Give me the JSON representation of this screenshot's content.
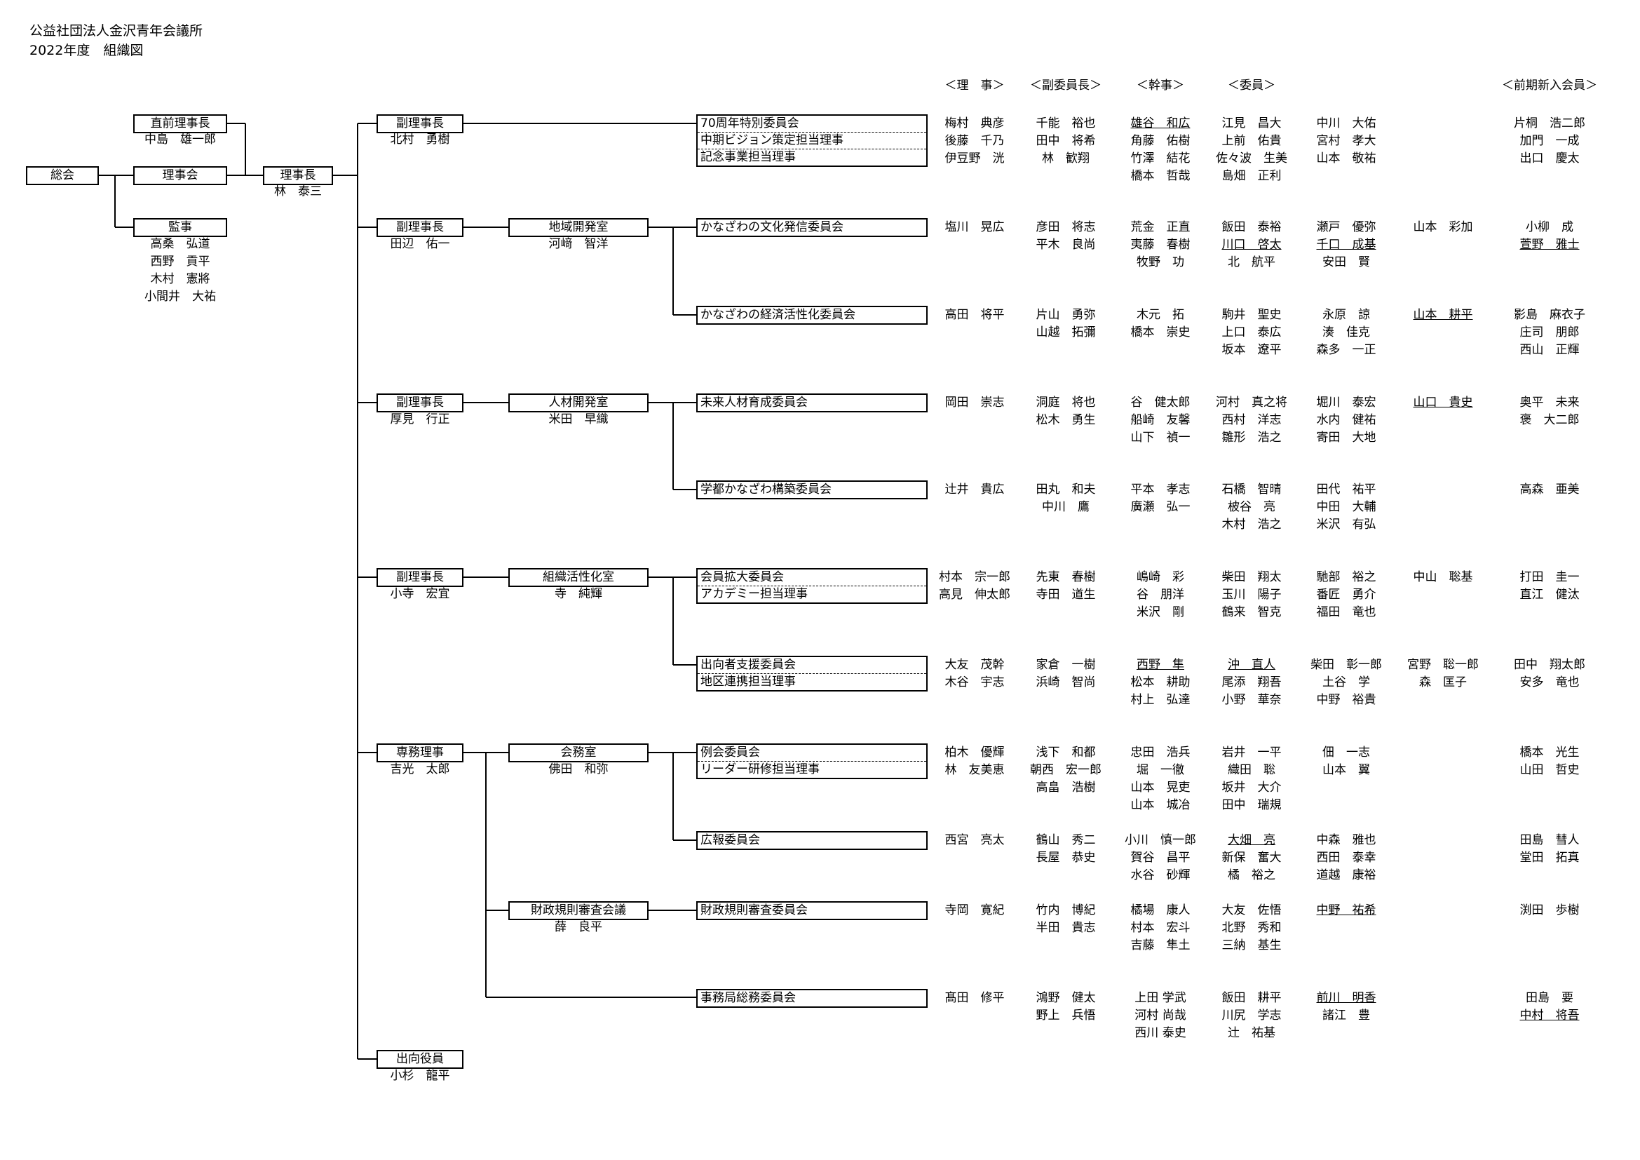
{
  "header": {
    "org_name": "公益社団法人金沢青年会議所",
    "title": "2022年度　組織図"
  },
  "top": {
    "soukai": "総会",
    "rijikai": "理事会",
    "zenrijicho": {
      "title": "直前理事長",
      "name": "中島　雄一郎"
    },
    "kanji": {
      "title": "監事",
      "names": [
        "高桑　弘道",
        "西野　貢平",
        "木村　憲將",
        "小間井　大祐"
      ]
    },
    "rijicho": {
      "title": "理事長",
      "name": "林　泰三"
    }
  },
  "branches": [
    {
      "title": "副理事長",
      "name": "北村　勇樹"
    },
    {
      "title": "副理事長",
      "name": "田辺　佑一",
      "room": {
        "title": "地域開発室",
        "name": "河﨑　智洋"
      }
    },
    {
      "title": "副理事長",
      "name": "厚見　行正",
      "room": {
        "title": "人材開発室",
        "name": "米田　早織"
      }
    },
    {
      "title": "副理事長",
      "name": "小寺　宏宜",
      "room": {
        "title": "組織活性化室",
        "name": "寺　純輝"
      }
    },
    {
      "title": "専務理事",
      "name": "吉光　太郎",
      "room": {
        "title": "会務室",
        "name": "佛田　和弥"
      },
      "room2": {
        "title": "財政規則審査会議",
        "name": "薛　良平"
      }
    },
    {
      "title": "出向役員",
      "name": "小杉　龍平"
    }
  ],
  "columns": [
    "＜理　事＞",
    "＜副委員長＞",
    "＜幹事＞",
    "＜委員＞",
    "＜前期新入会員＞"
  ],
  "committees": [
    {
      "rows": [
        "70周年特別委員会",
        "中期ビジョン策定担当理事",
        "記念事業担当理事"
      ],
      "riji": [
        "梅村　典彦",
        "後藤　千乃",
        "伊豆野　洸"
      ],
      "fuku": [
        "千能　裕也",
        "田中　将希",
        "林　歓翔"
      ],
      "kanji": [
        [
          "雄谷　和広",
          true
        ],
        [
          "角藤　佑樹",
          false
        ],
        [
          "竹澤　結花",
          false
        ],
        [
          "橋本　哲哉",
          false
        ]
      ],
      "iin1": [
        [
          "江見　昌大",
          false
        ],
        [
          "上前　佑貴",
          false
        ],
        [
          "佐々波　生美",
          false
        ],
        [
          "島畑　正利",
          false
        ]
      ],
      "iin2": [
        [
          "中川　大佑",
          false
        ],
        [
          "宮村　孝大",
          false
        ],
        [
          "山本　敬祐",
          false
        ]
      ],
      "iin3": [],
      "shinnyu": [
        [
          "片桐　浩二郎",
          false
        ],
        [
          "加門　一成",
          false
        ],
        [
          "出口　慶太",
          false
        ]
      ]
    },
    {
      "rows": [
        "かなざわの文化発信委員会"
      ],
      "riji": [
        "塩川　晃広"
      ],
      "fuku": [
        "彦田　将志",
        "平木　良尚"
      ],
      "kanji": [
        [
          "荒金　正直",
          false
        ],
        [
          "夷藤　春樹",
          false
        ],
        [
          "牧野　功",
          false
        ]
      ],
      "iin1": [
        [
          "飯田　泰裕",
          false
        ],
        [
          "川口　啓太",
          true
        ],
        [
          "北　航平",
          false
        ]
      ],
      "iin2": [
        [
          "瀬戸　優弥",
          false
        ],
        [
          "千口　成基",
          true
        ],
        [
          "安田　賢",
          false
        ]
      ],
      "iin3": [
        [
          "山本　彩加",
          false
        ]
      ],
      "shinnyu": [
        [
          "小柳　成",
          false
        ],
        [
          "萱野　雅士",
          true
        ]
      ]
    },
    {
      "rows": [
        "かなざわの経済活性化委員会"
      ],
      "riji": [
        "高田　将平"
      ],
      "fuku": [
        "片山　勇弥",
        "山越　拓彌"
      ],
      "kanji": [
        [
          "木元　拓",
          false
        ],
        [
          "橋本　崇史",
          false
        ]
      ],
      "iin1": [
        [
          "駒井　聖史",
          false
        ],
        [
          "上口　泰広",
          false
        ],
        [
          "坂本　遼平",
          false
        ]
      ],
      "iin2": [
        [
          "永原　諒",
          false
        ],
        [
          "湊　佳克",
          false
        ],
        [
          "森多　一正",
          false
        ]
      ],
      "iin3": [
        [
          "山本　耕平",
          true
        ]
      ],
      "shinnyu": [
        [
          "影島　麻衣子",
          false
        ],
        [
          "庄司　朋郎",
          false
        ],
        [
          "西山　正輝",
          false
        ]
      ]
    },
    {
      "rows": [
        "未来人材育成委員会"
      ],
      "riji": [
        "岡田　崇志"
      ],
      "fuku": [
        "洞庭　将也",
        "松木　勇生"
      ],
      "kanji": [
        [
          "谷　健太郎",
          false
        ],
        [
          "船崎　友馨",
          false
        ],
        [
          "山下　禎一",
          false
        ]
      ],
      "iin1": [
        [
          "河村　真之将",
          false
        ],
        [
          "西村　洋志",
          false
        ],
        [
          "雛形　浩之",
          false
        ]
      ],
      "iin2": [
        [
          "堀川　泰宏",
          false
        ],
        [
          "水内　健祐",
          false
        ],
        [
          "寄田　大地",
          false
        ]
      ],
      "iin3": [
        [
          "山口　貴史",
          true
        ]
      ],
      "shinnyu": [
        [
          "奥平　未来",
          false
        ],
        [
          "褒　大二郎",
          false
        ]
      ]
    },
    {
      "rows": [
        "学都かなざわ構築委員会"
      ],
      "riji": [
        "辻井　貴広"
      ],
      "fuku": [
        "田丸　和夫",
        "中川　鷹"
      ],
      "kanji": [
        [
          "平本　孝志",
          false
        ],
        [
          "廣瀬　弘一",
          false
        ]
      ],
      "iin1": [
        [
          "石橋　智晴",
          false
        ],
        [
          "柀谷　亮",
          false
        ],
        [
          "木村　浩之",
          false
        ]
      ],
      "iin2": [
        [
          "田代　祐平",
          false
        ],
        [
          "中田　大輔",
          false
        ],
        [
          "米沢　有弘",
          false
        ]
      ],
      "iin3": [],
      "shinnyu": [
        [
          "高森　亜美",
          false
        ]
      ]
    },
    {
      "rows": [
        "会員拡大委員会",
        "アカデミー担当理事"
      ],
      "riji": [
        "村本　宗一郎",
        "高見　伸太郎"
      ],
      "fuku": [
        "先東　春樹",
        "寺田　道生"
      ],
      "kanji": [
        [
          "嶋崎　彩",
          false
        ],
        [
          "谷　朋洋",
          false
        ],
        [
          "米沢　剛",
          false
        ]
      ],
      "iin1": [
        [
          "柴田　翔太",
          false
        ],
        [
          "玉川　陽子",
          false
        ],
        [
          "鶴来　智克",
          false
        ]
      ],
      "iin2": [
        [
          "馳部　裕之",
          false
        ],
        [
          "番匠　勇介",
          false
        ],
        [
          "福田　竜也",
          false
        ]
      ],
      "iin3": [
        [
          "中山　聡基",
          false
        ]
      ],
      "shinnyu": [
        [
          "打田　圭一",
          false
        ],
        [
          "直江　健汰",
          false
        ]
      ]
    },
    {
      "rows": [
        "出向者支援委員会",
        "地区連携担当理事"
      ],
      "riji": [
        "大友　茂幹",
        "木谷　宇志"
      ],
      "fuku": [
        "家倉　一樹",
        "浜崎　智尚"
      ],
      "kanji": [
        [
          "西野　隼",
          true
        ],
        [
          "松本　耕助",
          false
        ],
        [
          "村上　弘達",
          false
        ]
      ],
      "iin1": [
        [
          "沖　直人",
          true
        ],
        [
          "尾添　翔吾",
          false
        ],
        [
          "小野　華奈",
          false
        ]
      ],
      "iin2": [
        [
          "柴田　彰一郎",
          false
        ],
        [
          "土谷　学",
          false
        ],
        [
          "中野　裕貴",
          false
        ]
      ],
      "iin3": [
        [
          "宮野　聡一郎",
          false
        ],
        [
          "森　匡子",
          false
        ]
      ],
      "shinnyu": [
        [
          "田中　翔太郎",
          false
        ],
        [
          "安多　竜也",
          false
        ]
      ]
    },
    {
      "rows": [
        "例会委員会",
        "リーダー研修担当理事"
      ],
      "riji": [
        "柏木　優輝",
        "林　友美恵"
      ],
      "fuku": [
        "浅下　和都",
        "朝西　宏一郎",
        "高畠　浩樹"
      ],
      "kanji": [
        [
          "忠田　浩兵",
          false
        ],
        [
          "堀　一徹",
          false
        ],
        [
          "山本　晃吏",
          false
        ],
        [
          "山本　城冶",
          false
        ]
      ],
      "iin1": [
        [
          "岩井　一平",
          false
        ],
        [
          "織田　聡",
          false
        ],
        [
          "坂井　大介",
          false
        ],
        [
          "田中　瑞規",
          false
        ]
      ],
      "iin2": [
        [
          "佃　一志",
          false
        ],
        [
          "山本　翼",
          false
        ]
      ],
      "iin3": [],
      "shinnyu": [
        [
          "橋本　光生",
          false
        ],
        [
          "山田　哲史",
          false
        ]
      ]
    },
    {
      "rows": [
        "広報委員会"
      ],
      "riji": [
        "西宮　亮太"
      ],
      "fuku": [
        "鶴山　秀二",
        "長屋　恭史"
      ],
      "kanji": [
        [
          "小川　慎一郎",
          false
        ],
        [
          "賀谷　昌平",
          false
        ],
        [
          "水谷　砂輝",
          false
        ]
      ],
      "iin1": [
        [
          "大畑　亮",
          true
        ],
        [
          "新保　奮大",
          false
        ],
        [
          "橘　裕之",
          false
        ]
      ],
      "iin2": [
        [
          "中森　雅也",
          false
        ],
        [
          "西田　泰幸",
          false
        ],
        [
          "道越　康裕",
          false
        ]
      ],
      "iin3": [],
      "shinnyu": [
        [
          "田島　彗人",
          false
        ],
        [
          "堂田　拓真",
          false
        ]
      ]
    },
    {
      "rows": [
        "財政規則審査委員会"
      ],
      "riji": [
        "寺岡　寛紀"
      ],
      "fuku": [
        "竹内　博紀",
        "半田　貴志"
      ],
      "kanji": [
        [
          "橘場　康人",
          false
        ],
        [
          "村本　宏斗",
          false
        ],
        [
          "吉藤　隼土",
          false
        ]
      ],
      "iin1": [
        [
          "大友　佐悟",
          false
        ],
        [
          "北野　秀和",
          false
        ],
        [
          "三納　基生",
          false
        ]
      ],
      "iin2": [
        [
          "中野　祐希",
          true
        ]
      ],
      "iin3": [],
      "shinnyu": [
        [
          "渕田　歩樹",
          false
        ]
      ]
    },
    {
      "rows": [
        "事務局総務委員会"
      ],
      "riji": [
        "髙田　修平"
      ],
      "fuku": [
        "鴻野　健太",
        "野上　兵悟"
      ],
      "kanji": [
        [
          "上田 学武",
          false
        ],
        [
          "河村 尚哉",
          false
        ],
        [
          "西川 泰史",
          false
        ]
      ],
      "iin1": [
        [
          "飯田　耕平",
          false
        ],
        [
          "川尻　学志",
          false
        ],
        [
          "辻　祐基",
          false
        ]
      ],
      "iin2": [
        [
          "前川　明香",
          true
        ],
        [
          "諸江　豊",
          false
        ]
      ],
      "iin3": [],
      "shinnyu": [
        [
          "田島　要",
          false
        ],
        [
          "中村　将吾",
          true
        ]
      ]
    }
  ]
}
